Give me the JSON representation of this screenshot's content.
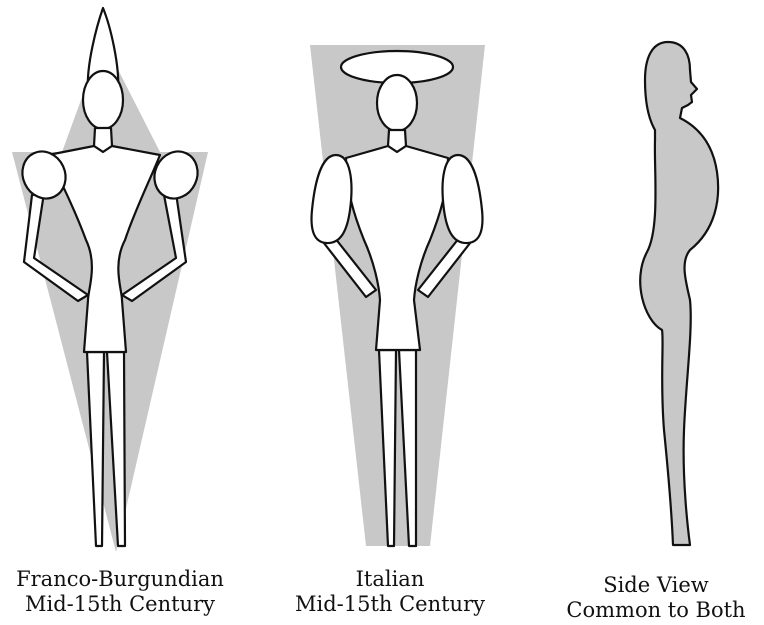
{
  "colors": {
    "silhouette": "#c8c8c8",
    "outline": "#111111",
    "body_fill": "#ffffff"
  },
  "figures": [
    {
      "id": "franco-burgundian",
      "caption_line1": "Franco-Burgundian",
      "caption_line2": "Mid-15th Century"
    },
    {
      "id": "italian",
      "caption_line1": "Italian",
      "caption_line2": "Mid-15th Century"
    },
    {
      "id": "side-view",
      "caption_line1": "Side View",
      "caption_line2": "Common to Both"
    }
  ]
}
